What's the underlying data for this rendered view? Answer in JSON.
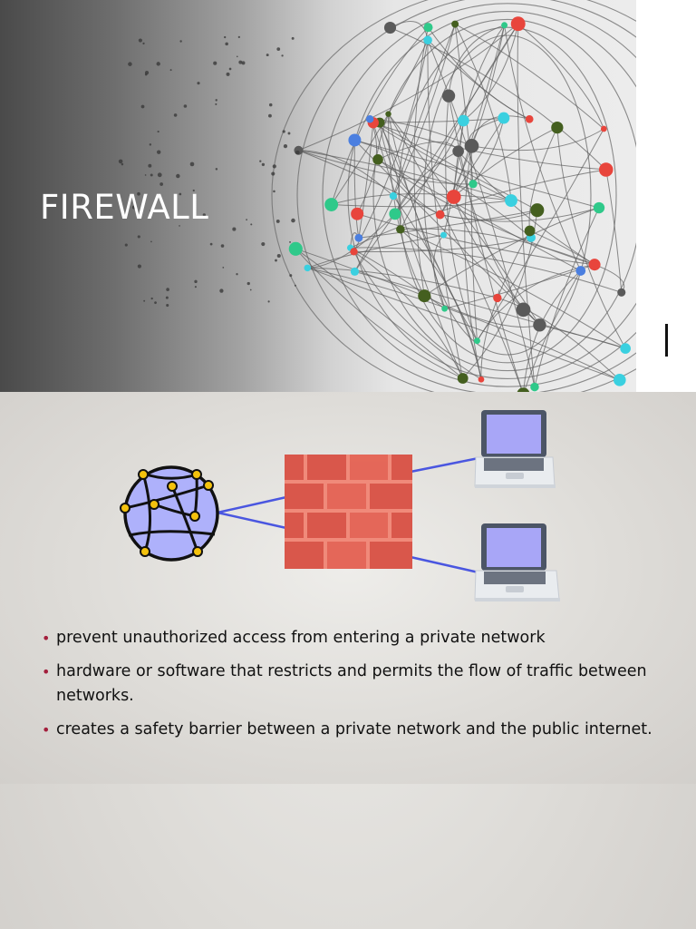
{
  "slides": [
    {
      "title": "FIREWALL"
    },
    {
      "bullets": [
        "prevent unauthorized access from entering a private network",
        "hardware or software that restricts and permits the flow of traffic between networks.",
        "creates a safety barrier between a private network and the public internet."
      ]
    }
  ],
  "colors": {
    "bullet": "#a31f3c",
    "globe_fill": "#aeb1fb",
    "brick": "#d9594d",
    "link_line": "#4a56e0",
    "laptop_screen": "#a8a6f7"
  },
  "icons": [
    "globe-network-icon",
    "firewall-brick-icon",
    "laptop-icon",
    "laptop-icon"
  ]
}
